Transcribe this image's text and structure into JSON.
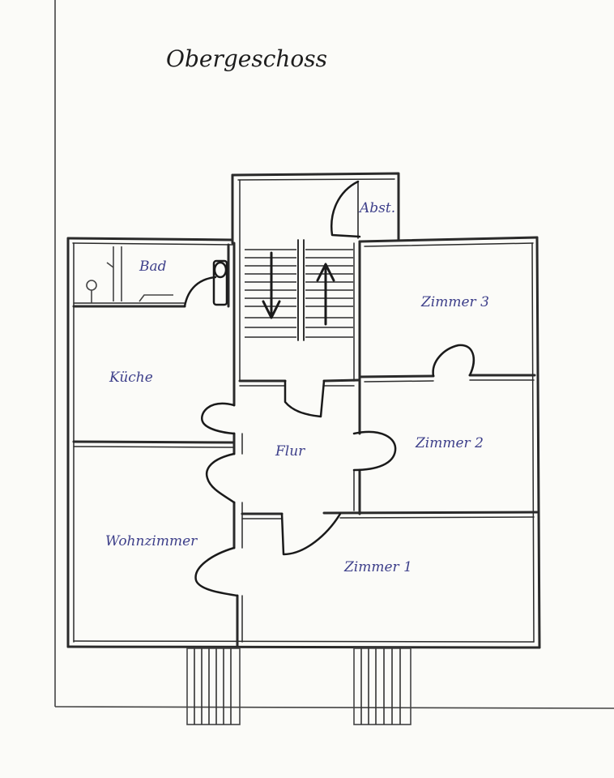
{
  "title": "Obergeschoss",
  "rooms": {
    "bad": "Bad",
    "kueche": "Küche",
    "wohnzimmer": "Wohnzimmer",
    "flur": "Flur",
    "zimmer1": "Zimmer 1",
    "zimmer2": "Zimmer 2",
    "zimmer3": "Zimmer 3",
    "abstell": "Abst."
  },
  "colors": {
    "room_label": "#3d3f8a",
    "wall": "#2a2a2a",
    "paper": "#fbfbf8"
  }
}
